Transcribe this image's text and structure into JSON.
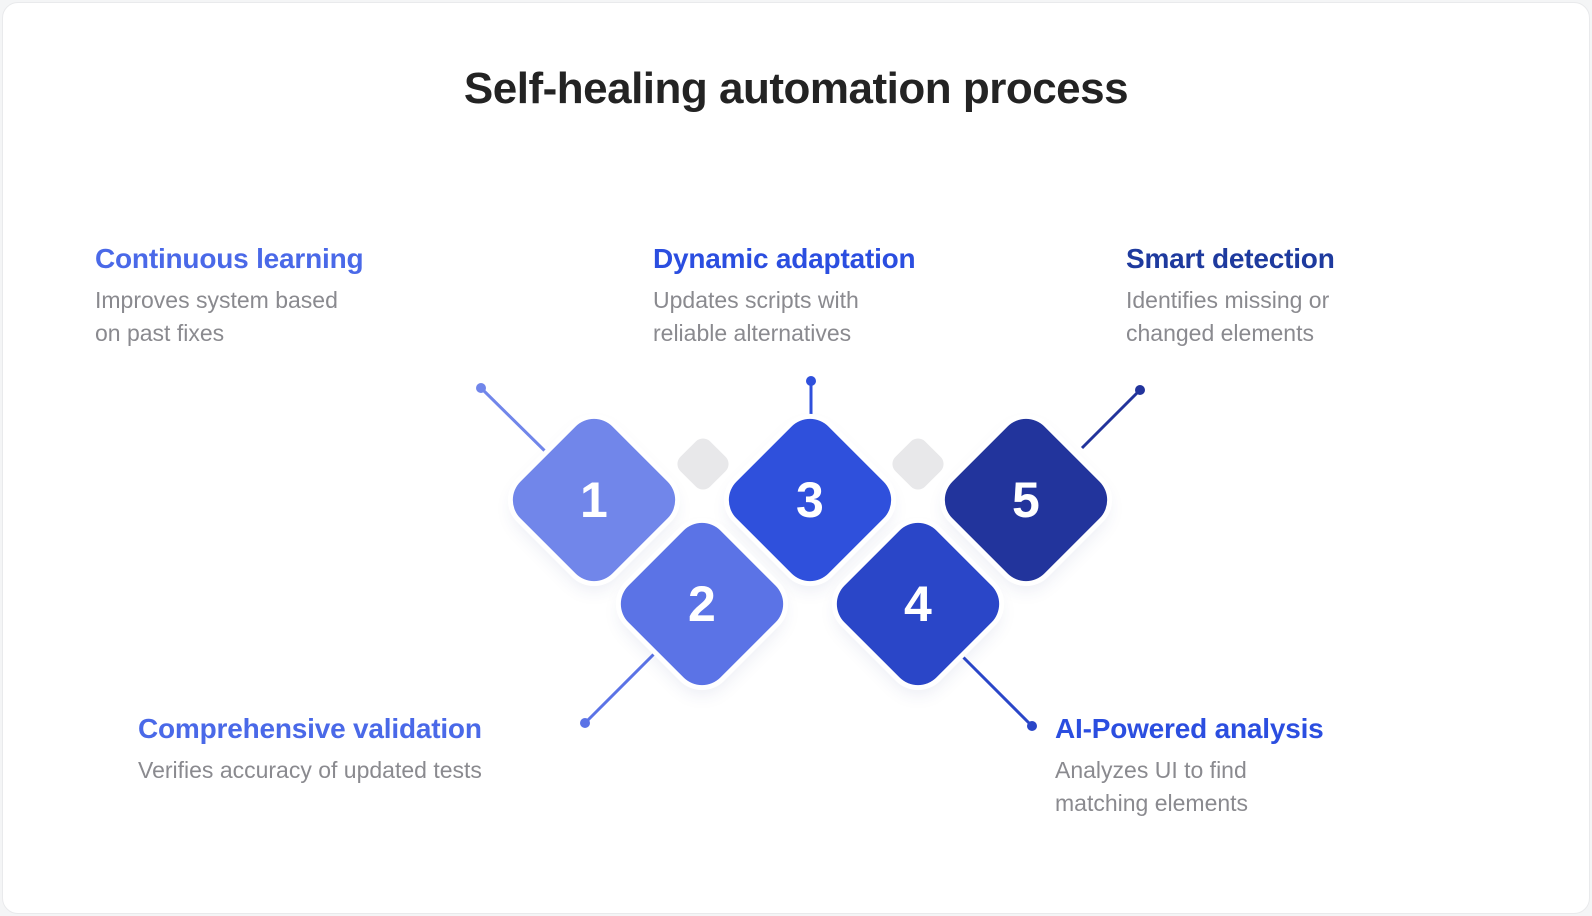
{
  "title": "Self-healing automation process",
  "colors": {
    "background": "#f4f5f6",
    "card": "#ffffff",
    "title_text": "#232323",
    "body_text": "#8a8a8f",
    "ghost_diamond": "#e8e8ea"
  },
  "steps": [
    {
      "number": "1",
      "label": "Continuous learning",
      "desc_line1": "Improves system based",
      "desc_line2": "on past fixes",
      "label_color": "#4a69e8",
      "diamond_color": "#7186ea"
    },
    {
      "number": "2",
      "label": "Comprehensive validation",
      "desc_line1": "Verifies accuracy of updated tests",
      "desc_line2": "",
      "label_color": "#4a69e8",
      "diamond_color": "#5b73e6"
    },
    {
      "number": "3",
      "label": "Dynamic adaptation",
      "desc_line1": "Updates scripts with",
      "desc_line2": "reliable alternatives",
      "label_color": "#2b4ee0",
      "diamond_color": "#2f50dc"
    },
    {
      "number": "4",
      "label": "AI-Powered analysis",
      "desc_line1": "Analyzes UI to find",
      "desc_line2": "matching elements",
      "label_color": "#2b4ee0",
      "diamond_color": "#2a46c8"
    },
    {
      "number": "5",
      "label": "Smart detection",
      "desc_line1": "Identifies missing or",
      "desc_line2": "changed elements",
      "label_color": "#1e3a9e",
      "diamond_color": "#22349c"
    }
  ]
}
